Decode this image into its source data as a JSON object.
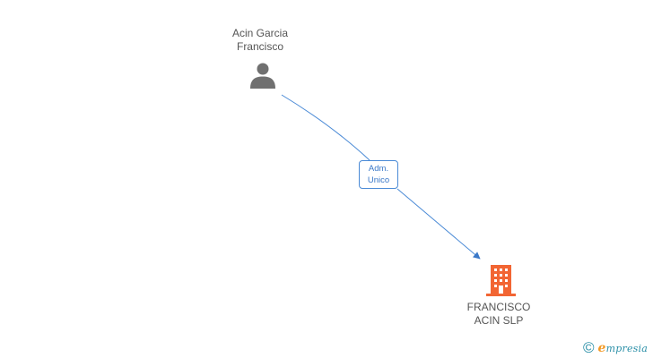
{
  "person": {
    "name_line1": "Acin Garcia",
    "name_line2": "Francisco",
    "icon": "person-icon"
  },
  "company": {
    "name_line1": "FRANCISCO",
    "name_line2": "ACIN SLP",
    "icon": "building-icon",
    "color": "#f26533"
  },
  "relation": {
    "line1": "Adm.",
    "line2": "Unico",
    "color": "#3a78c8"
  },
  "brand": {
    "copyright": "©",
    "name_first_letter": "e",
    "name_rest": "mpresia",
    "accent_color": "#f39a26",
    "text_color": "#2a8fa7"
  }
}
